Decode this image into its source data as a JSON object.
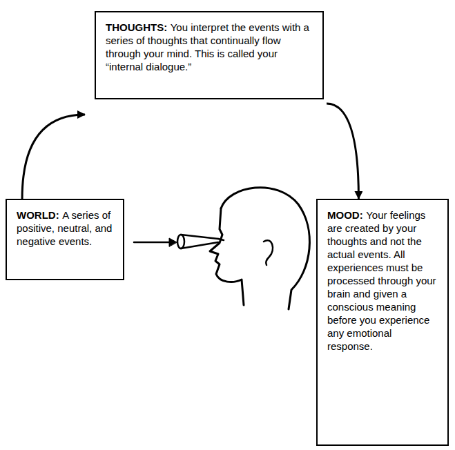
{
  "diagram": {
    "nodes": [
      {
        "text": [
          "WORLD:",
          "A series of positive, neutral, and negative events."
        ]
      },
      {
        "text": [
          "THOUGHTS:",
          "You interpret the events with a series of thoughts that continually flow through your mind. This is called your “internal dialogue.”"
        ]
      },
      {
        "text": [
          "MOOD:",
          "Your feelings are created by your thoughts and not the actual events. All experiences must be processed through your brain and given a conscious meaning before you experience any emotional response."
        ]
      }
    ],
    "edges": [
      {
        "from": 0,
        "to": 1,
        "arrow": "to"
      },
      {
        "from": 1,
        "to": 2,
        "arrow": "to"
      }
    ]
  }
}
